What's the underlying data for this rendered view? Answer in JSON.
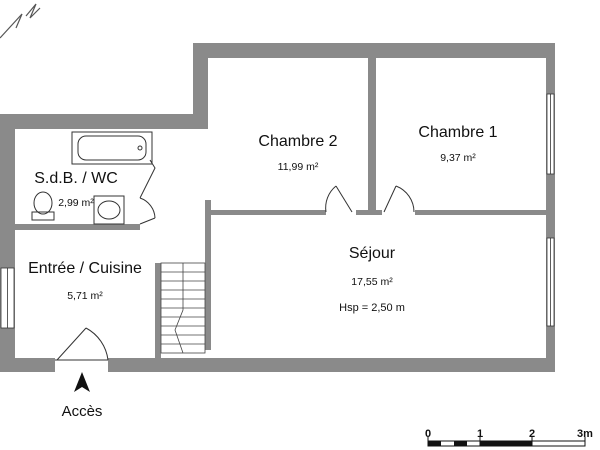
{
  "plan": {
    "wall_color": "#8a8a8a",
    "line_color": "#333333",
    "background": "#ffffff",
    "rooms": [
      {
        "name": "Chambre 2",
        "area": "11,99 m²"
      },
      {
        "name": "Chambre 1",
        "area": "9,37 m²"
      },
      {
        "name": "S.d.B. / WC",
        "area": "2,99 m²"
      },
      {
        "name": "Entrée / Cuisine",
        "area": "5,71 m²"
      },
      {
        "name": "Séjour",
        "area": "17,55 m²",
        "extra": "Hsp = 2,50 m"
      }
    ],
    "access_label": "Accès",
    "north_arrow_icon": "north-arrow-icon",
    "scale_labels": [
      "0",
      "1",
      "2",
      "3m"
    ]
  }
}
